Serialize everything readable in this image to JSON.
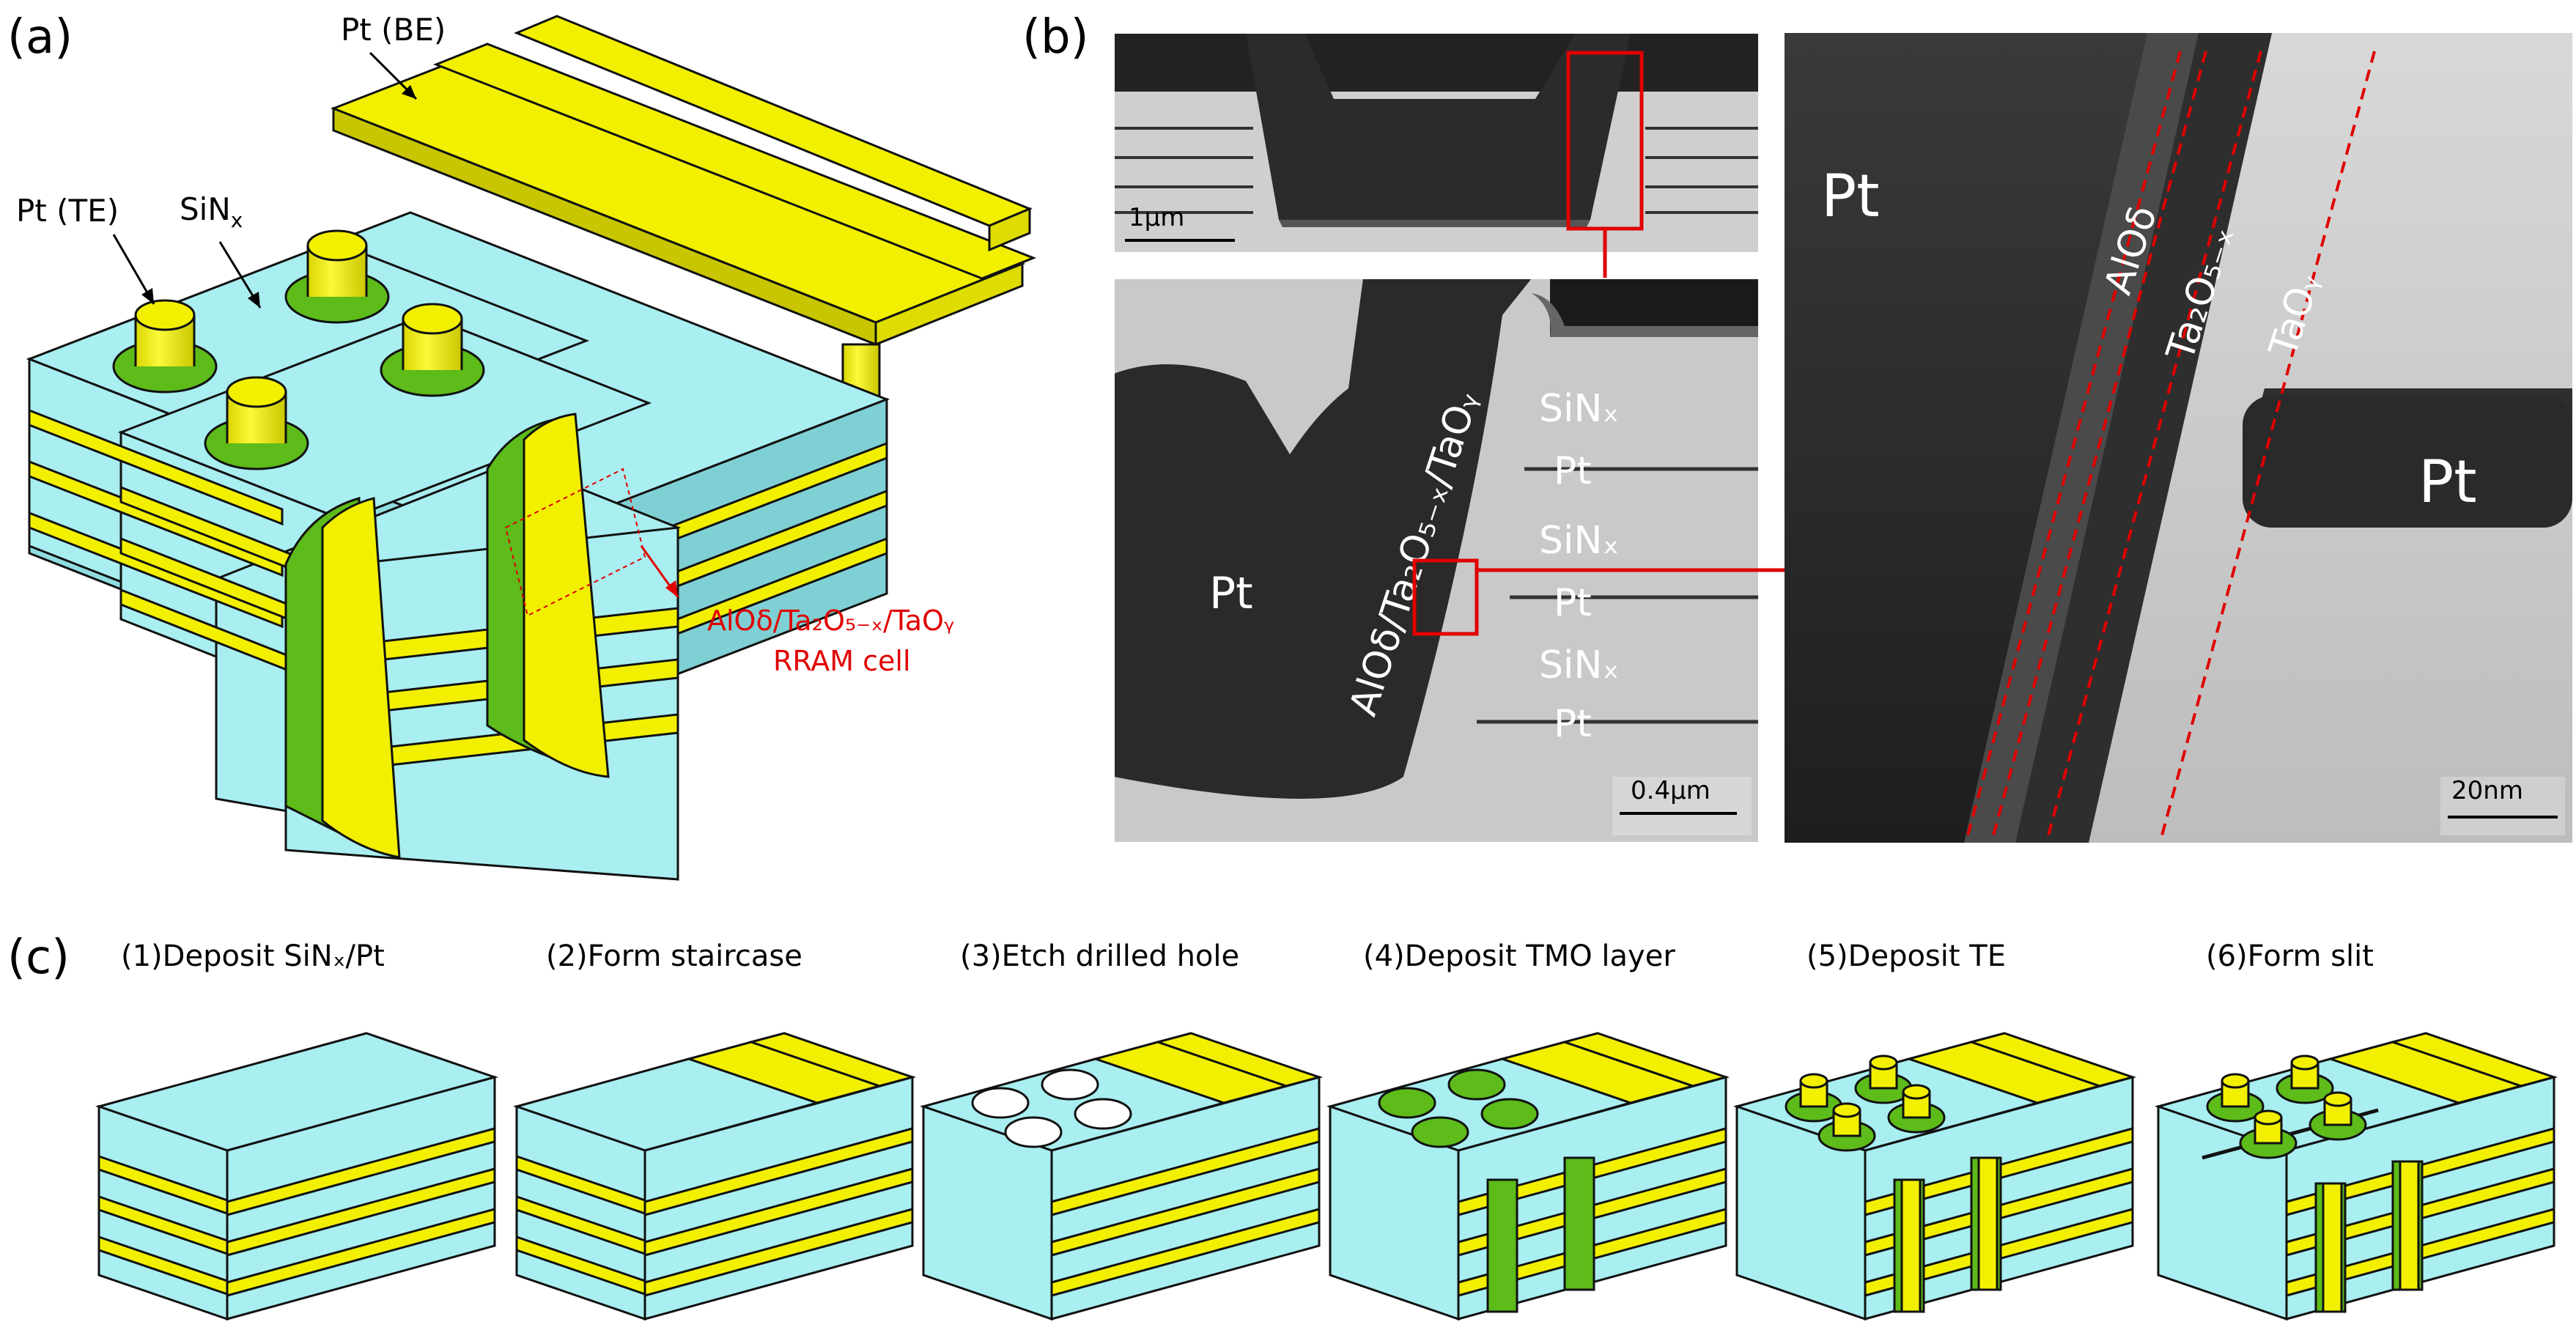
{
  "colors": {
    "sinx": "#a9eef0",
    "pt": "#f2f000",
    "tmo": "#5dbb1a",
    "red": "#e00000",
    "outline": "#111111"
  },
  "panel_a": {
    "letter": "(a)",
    "label_be": "Pt (BE)",
    "label_te": "Pt (TE)",
    "label_sinx": "SiN",
    "label_sinx_sub": "x",
    "label_cell_line1": "AlOδ/Ta₂O₅₋ₓ/TaOᵧ",
    "label_cell_line2": "RRAM cell"
  },
  "panel_b": {
    "letter": "(b)",
    "scale_top": "1μm",
    "scale_mid": "0.4μm",
    "scale_right": "20nm",
    "mid_pt": "Pt",
    "mid_stack": "AlOδ/Ta₂O₅₋ₓ/TaOᵧ",
    "mid_layers": [
      "SiNₓ",
      "Pt",
      "SiNₓ",
      "Pt",
      "SiNₓ",
      "Pt"
    ],
    "right_pt_left": "Pt",
    "right_pt_right": "Pt",
    "right_alo": "AlOδ",
    "right_ta2o5": "Ta₂O₅₋ₓ",
    "right_taoy": "TaOᵧ"
  },
  "panel_c": {
    "letter": "(c)",
    "steps": [
      "(1)Deposit SiNₓ/Pt",
      "(2)Form staircase",
      "(3)Etch drilled hole",
      "(4)Deposit TMO layer",
      "(5)Deposit TE",
      "(6)Form slit"
    ]
  }
}
